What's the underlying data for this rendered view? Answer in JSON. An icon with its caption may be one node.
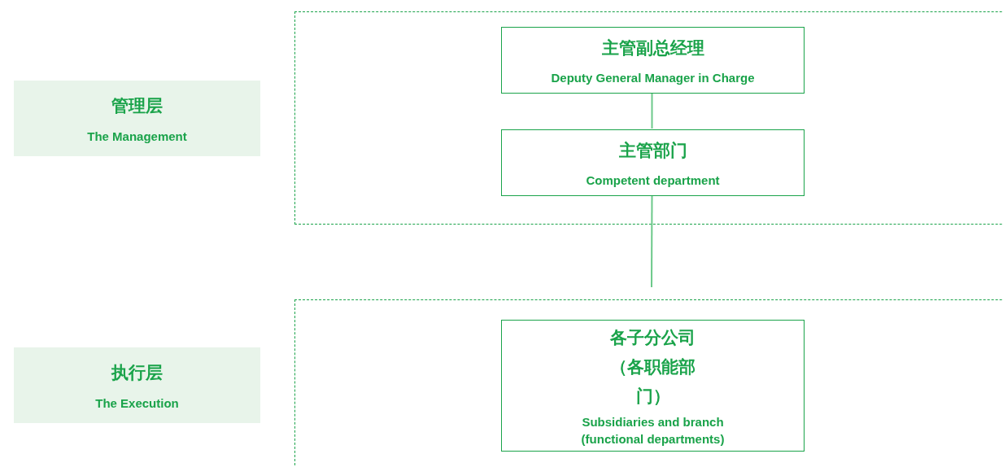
{
  "diagram": {
    "nodes": [
      {
        "text": [
          "管理层",
          "The Management"
        ]
      },
      {
        "text": [],
        "shape": "box"
      },
      {
        "text": [
          "主管副总经理",
          "Deputy General Manager in Charge"
        ],
        "in": 1
      },
      {
        "text": [
          "主管部门",
          "Competent department"
        ],
        "in": 1
      },
      {
        "text": [
          "执行层",
          "The Execution"
        ]
      },
      {
        "text": [],
        "shape": "box"
      },
      {
        "text": [
          "各子分公司（各职能部门）",
          "Subsidiaries and branch (functional departments)"
        ],
        "in": 5
      }
    ],
    "edges": [
      {
        "from": 2,
        "to": 3,
        "arrow": "none"
      },
      {
        "from": 3,
        "to": null,
        "arrow": "none"
      }
    ]
  }
}
